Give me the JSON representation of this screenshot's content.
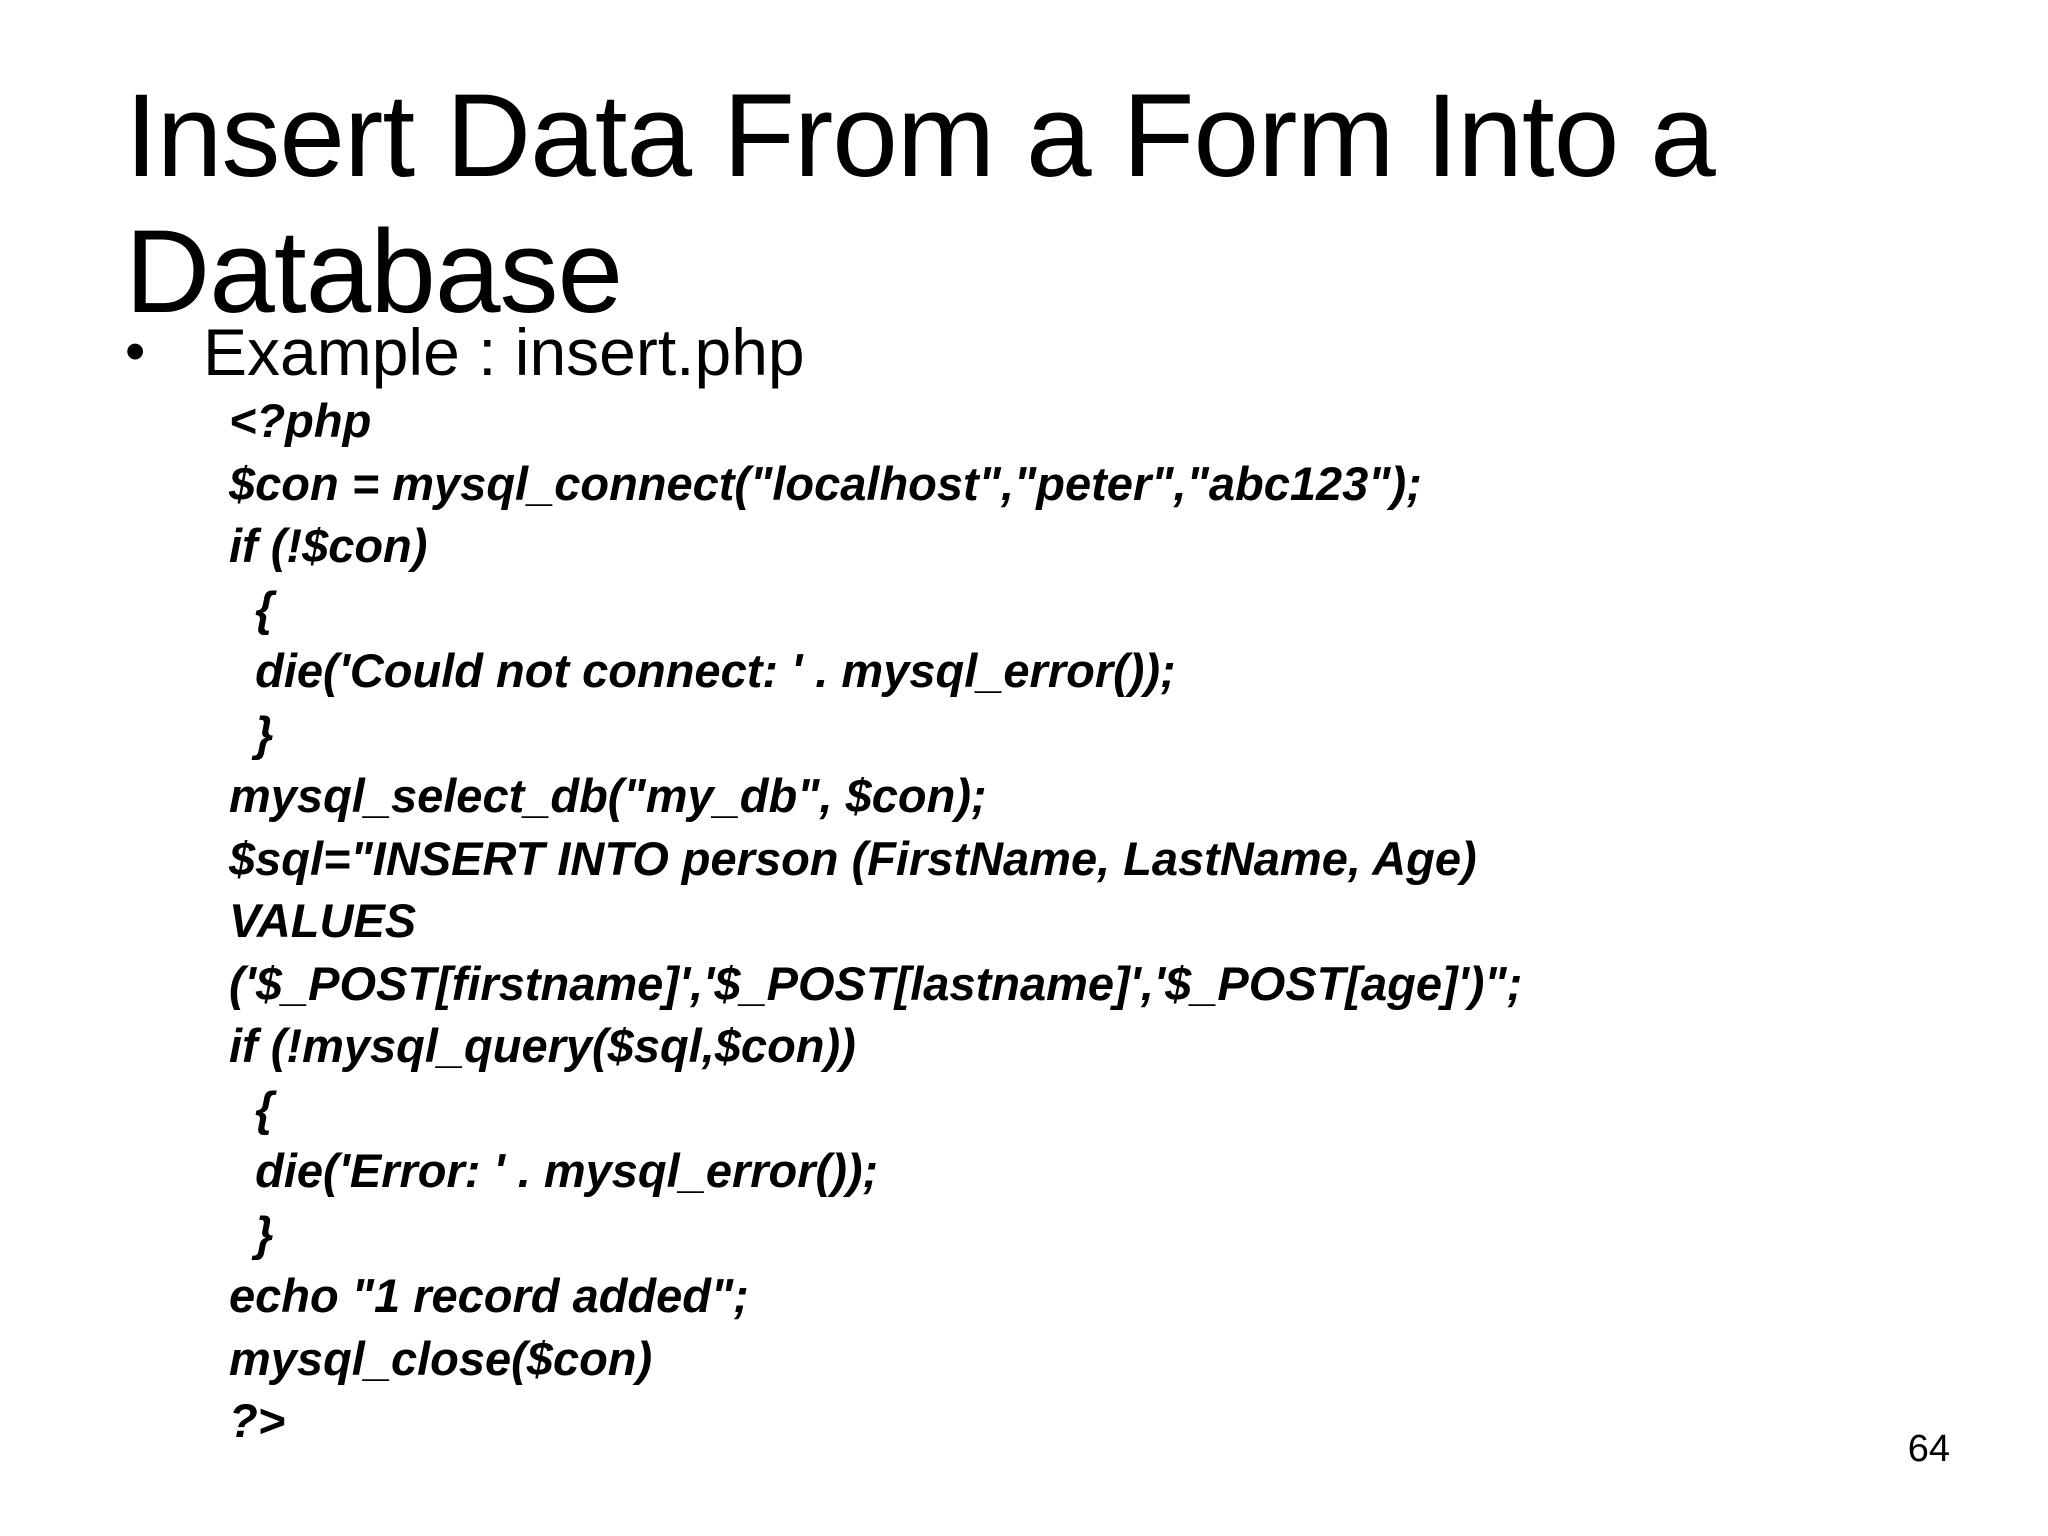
{
  "slide": {
    "title": "Insert Data From a Form Into a Database",
    "bullet": {
      "marker": "•",
      "text": "Example : insert.php"
    },
    "code_lines": [
      "<?php",
      "$con = mysql_connect(\"localhost\",\"peter\",\"abc123\");",
      "if (!$con)",
      "  {",
      "  die('Could not connect: ' . mysql_error());",
      "  }",
      "mysql_select_db(\"my_db\", $con);",
      "$sql=\"INSERT INTO person (FirstName, LastName, Age)",
      "VALUES",
      "('$_POST[firstname]','$_POST[lastname]','$_POST[age]')\";",
      "if (!mysql_query($sql,$con))",
      "  {",
      "  die('Error: ' . mysql_error());",
      "  }",
      "echo \"1 record added\";",
      "mysql_close($con)",
      "?>"
    ],
    "page_number": "64"
  }
}
